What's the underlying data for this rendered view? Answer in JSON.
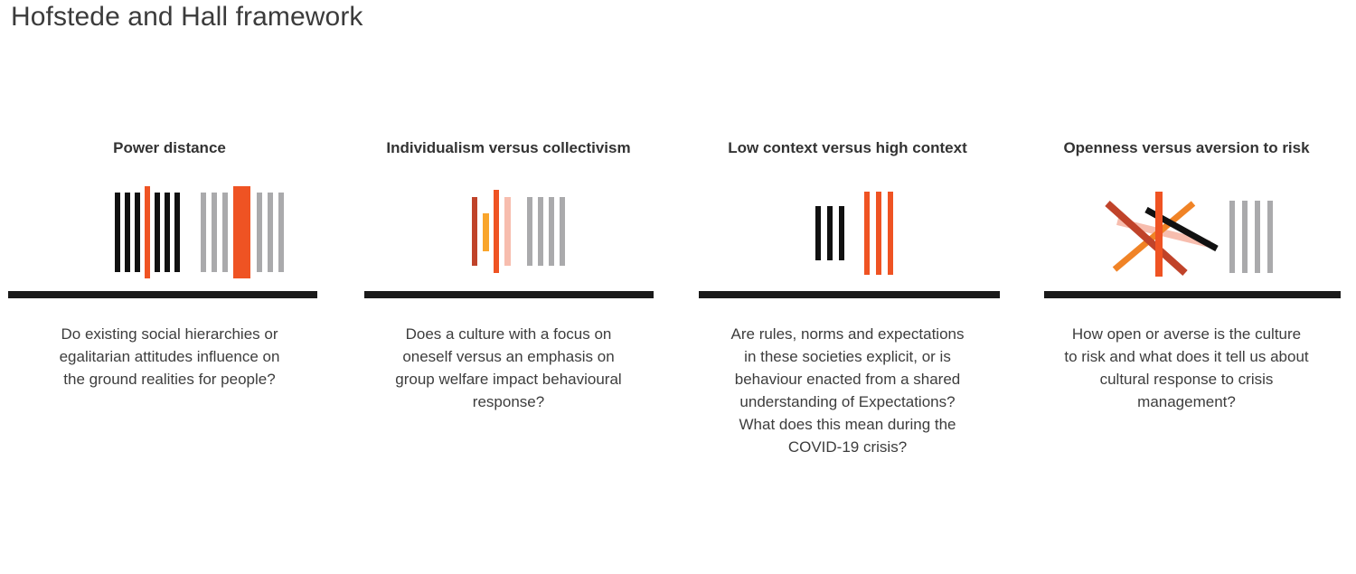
{
  "page": {
    "title": "Hofstede and Hall framework",
    "background": "#ffffff",
    "title_color": "#3b3b3b",
    "rule_color": "#1a1a1a"
  },
  "palette": {
    "black": "#111111",
    "grey": "#aaaaac",
    "orange": "#ef5323",
    "orange_bright": "#f05323",
    "brick": "#c0432a",
    "amber": "#f9a52c",
    "salmon": "#f6c2b4",
    "pink": "#f7bdae"
  },
  "columns": [
    {
      "id": "power-distance",
      "heading": "Power distance",
      "icon_name": "bar-cluster-black-orange-icon",
      "body": "Do existing social hierarchies or egalitarian attitudes influence on the ground realities for people?"
    },
    {
      "id": "individualism-versus-collectivism",
      "heading": "Individualism versus collectivism",
      "icon_name": "bar-cluster-mixed-warm-icon",
      "body": "Does a culture with a focus on oneself versus an emphasis on group welfare impact behavioural response?"
    },
    {
      "id": "low-context-versus-high-context",
      "heading": "Low context versus high context",
      "icon_name": "bar-cluster-black-orange-split-icon",
      "body": "Are rules, norms and expectations in these societies explicit, or is behaviour enacted from a shared understanding of Expectations? What does this mean during the COVID-19 crisis?"
    },
    {
      "id": "openness-versus-aversion-to-risk",
      "heading": "Openness versus aversion to risk",
      "icon_name": "crossing-lines-and-bars-icon",
      "body": "How open or averse is the culture to risk and what does it tell us about cultural response to crisis management?"
    }
  ]
}
